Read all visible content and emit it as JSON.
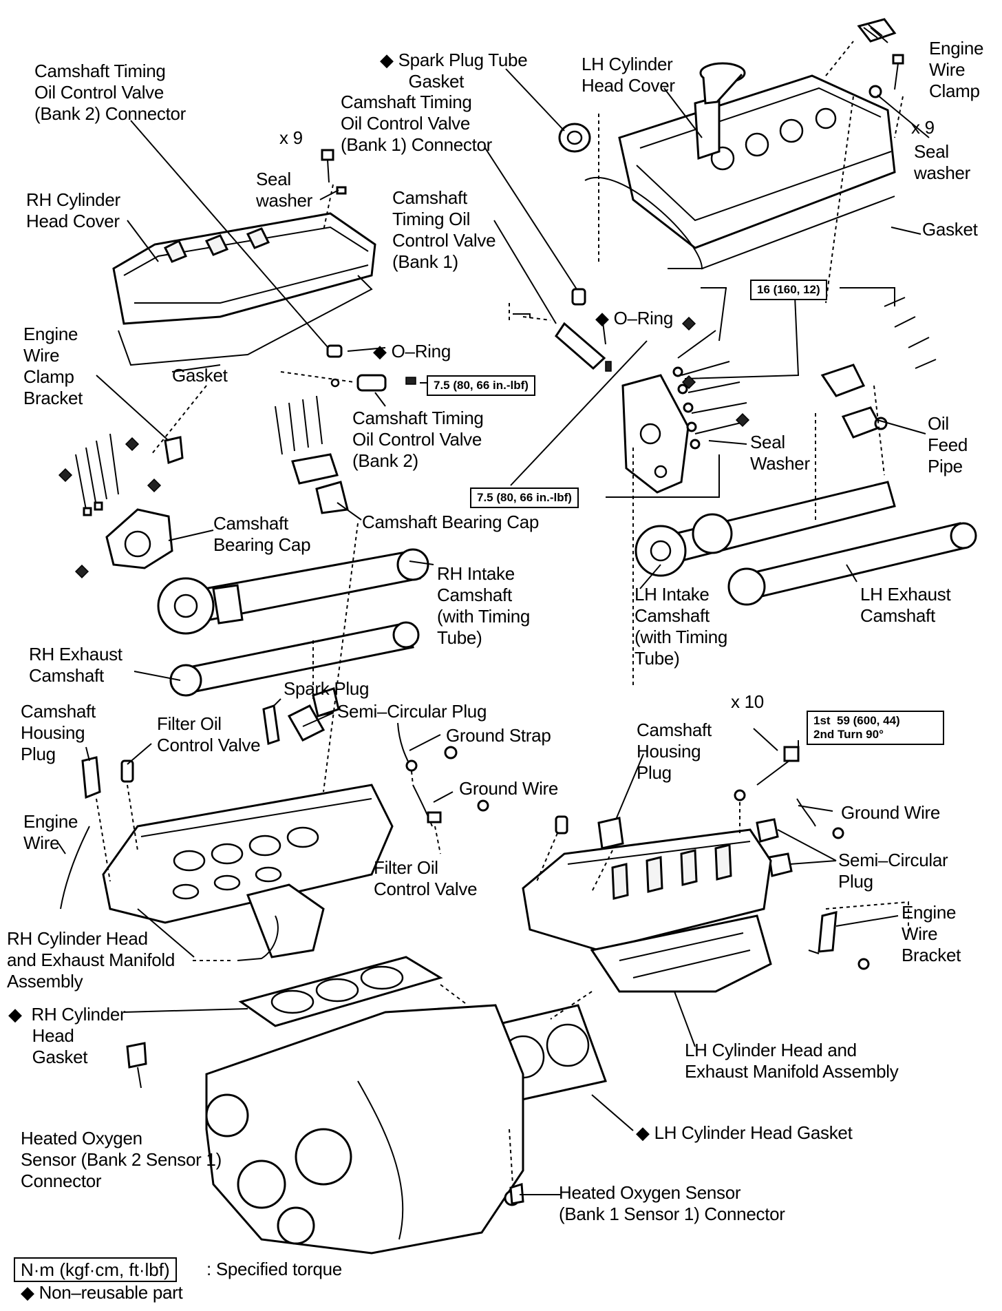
{
  "labels": {
    "cam_ocv_bank2_connector": "Camshaft Timing\nOil Control Valve\n(Bank 2) Connector",
    "spark_plug_tube_gasket": "◆ Spark Plug Tube\n      Gasket",
    "cam_ocv_bank1_connector": "Camshaft Timing\nOil Control Valve\n(Bank 1) Connector",
    "lh_cylinder_head_cover": "LH Cylinder\nHead Cover",
    "engine_wire_clamp": "Engine\nWire\nClamp",
    "x9_right": "x 9",
    "seal_washer_right": "Seal\nwasher",
    "x9_left": "x 9",
    "seal_washer_left": "Seal\nwasher",
    "rh_cylinder_head_cover": "RH Cylinder\nHead Cover",
    "cam_ocv_bank1": "Camshaft\nTiming Oil\nControl Valve\n(Bank 1)",
    "gasket_right": "Gasket",
    "oring_right": "◆ O–Ring",
    "engine_wire_clamp_bracket": "Engine\nWire\nClamp\nBracket",
    "gasket_left": "Gasket",
    "oring_left": "◆ O–Ring",
    "cam_ocv_bank2": "Camshaft Timing\nOil Control Valve\n(Bank 2)",
    "seal_washer_mid": "Seal\nWasher",
    "oil_feed_pipe": "Oil\nFeed\nPipe",
    "camshaft_bearing_cap_left": "Camshaft\nBearing Cap",
    "camshaft_bearing_cap_mid": "Camshaft Bearing Cap",
    "rh_intake_camshaft": "RH Intake\nCamshaft\n(with Timing\nTube)",
    "lh_intake_camshaft": "LH Intake\nCamshaft\n(with Timing\nTube)",
    "lh_exhaust_camshaft": "LH Exhaust\nCamshaft",
    "rh_exhaust_camshaft": "RH Exhaust\nCamshaft",
    "spark_plug": "Spark Plug",
    "semi_circular_plug_top": "Semi–Circular Plug",
    "camshaft_housing_plug_left": "Camshaft\nHousing\nPlug",
    "filter_oil_control_valve_left": "Filter Oil\nControl Valve",
    "ground_strap": "Ground Strap",
    "camshaft_housing_plug_right": "Camshaft\nHousing\nPlug",
    "x10": "x 10",
    "ground_wire_left": "Ground Wire",
    "ground_wire_right": "Ground Wire",
    "engine_wire": "Engine\nWire",
    "filter_oil_control_valve_mid": "Filter Oil\nControl Valve",
    "semi_circular_plug_right": "Semi–Circular\nPlug",
    "engine_wire_bracket": "Engine\nWire\nBracket",
    "rh_head_exhaust_assy": "RH Cylinder Head\nand Exhaust Manifold\nAssembly",
    "rh_cylinder_head_gasket": "◆  RH Cylinder\n     Head\n     Gasket",
    "lh_head_exhaust_assy": "LH Cylinder Head and\nExhaust Manifold Assembly",
    "lh_cylinder_head_gasket": "◆ LH Cylinder Head Gasket",
    "ho2_bank2": "Heated Oxygen\nSensor (Bank 2 Sensor 1)\nConnector",
    "ho2_bank1": "Heated Oxygen Sensor\n(Bank 1 Sensor 1) Connector"
  },
  "torque": {
    "t16": "16 (160, 12)",
    "t75_upper": "7.5 (80, 66 in.-lbf)",
    "t75_lower": "7.5 (80, 66 in.-lbf)",
    "t59": "1st  59 (600, 44)\n2nd Turn 90°"
  },
  "legend": {
    "torque_units": "N·m (kgf·cm, ft·lbf)",
    "torque_desc": ": Specified torque",
    "nonreusable": "◆ Non–reusable part"
  }
}
